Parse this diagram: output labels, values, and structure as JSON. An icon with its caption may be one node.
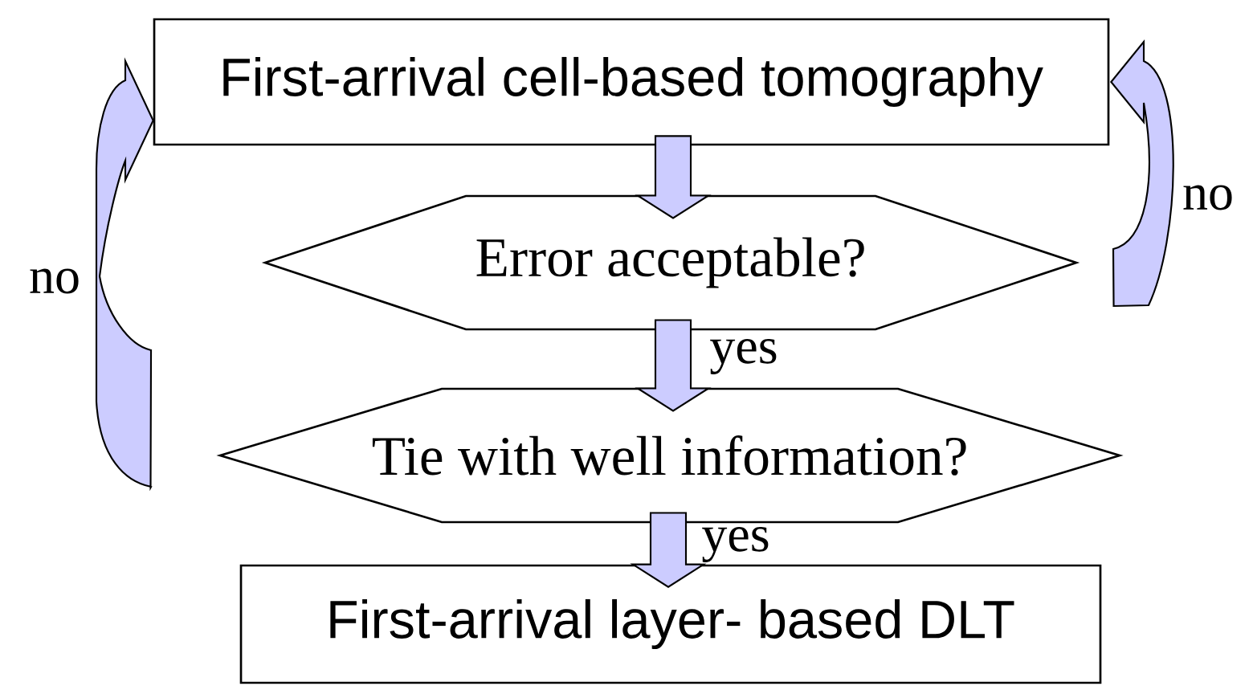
{
  "diagram": {
    "nodes": [
      {
        "text": [
          "First-arrival cell-based tomography"
        ]
      },
      {
        "text": [
          "Error acceptable?"
        ]
      },
      {
        "text": [
          "Tie with well information?"
        ]
      },
      {
        "text": [
          "First-arrival layer- based DLT"
        ]
      }
    ],
    "edges": [
      {
        "from": 0,
        "to": 1,
        "arrow": "to"
      },
      {
        "from": 1,
        "to": 2,
        "arrow": "to",
        "label": "yes"
      },
      {
        "from": 2,
        "to": 3,
        "arrow": "to",
        "label": "yes"
      },
      {
        "from": 1,
        "to": 0,
        "arrow": "to",
        "label": "no"
      },
      {
        "from": 2,
        "to": 0,
        "arrow": "to",
        "label": "no"
      }
    ]
  }
}
